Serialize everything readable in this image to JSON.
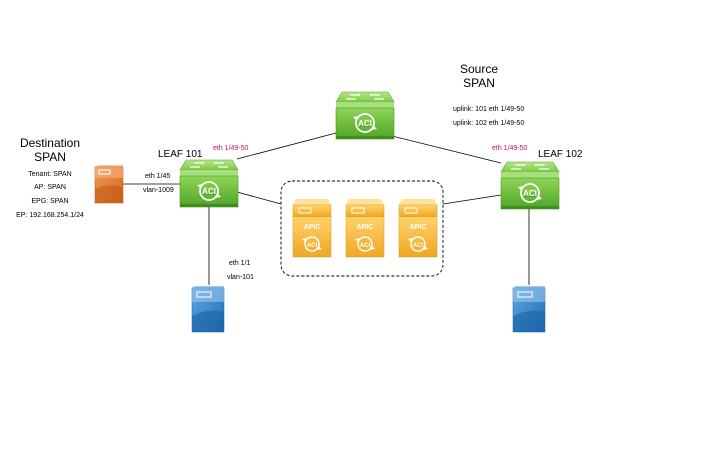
{
  "colors": {
    "leaf_green": "#6fc236",
    "leaf_dark": "#3f8f1e",
    "apic_yellow": "#f2b233",
    "apic_dark": "#d48a16",
    "server_blue": "#2f7fc4",
    "server_orange": "#e57a2a",
    "port_label": "#b0196a"
  },
  "icons": {
    "switch": "aci-switch-icon",
    "apic": "apic-controller-icon",
    "server": "server-icon"
  },
  "labels": {
    "spine_name": "ACI",
    "leaf101": "LEAF 101",
    "leaf102": "LEAF 102",
    "source_title_1": "Source",
    "source_title_2": "SPAN",
    "source_uplink1": "uplink: 101 eth  1/49-50",
    "source_uplink2": "uplink: 102 eth 1/49-50",
    "leaf101_port": "eth 1/49-50",
    "leaf102_port": "eth 1/49-50",
    "dest_title_1": "Destination",
    "dest_title_2": "SPAN",
    "dest_tenant": "Tenant: SPAN",
    "dest_ap": "AP: SPAN",
    "dest_epg": "EPG: SPAN",
    "dest_ep": "EP: 192.168.254.1/24",
    "dest_link_port": "eth 1/45",
    "dest_link_vlan": "vlan-1009",
    "server_port": "eth 1/1",
    "server_vlan": "vlan-101",
    "apic_name": "APIC",
    "aci_badge": "ACI"
  }
}
